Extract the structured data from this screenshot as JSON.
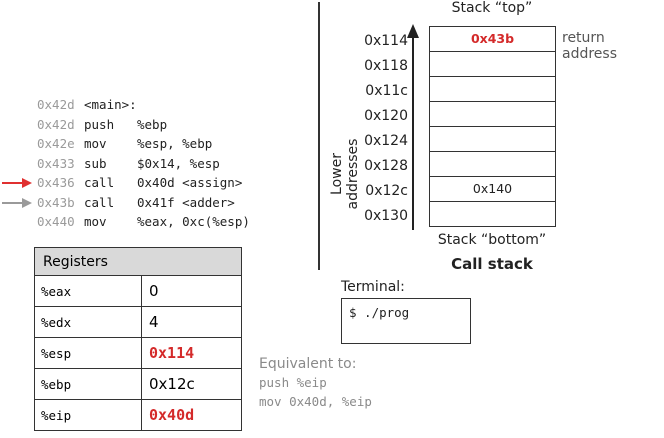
{
  "code": {
    "lines": [
      {
        "addr": "0x42d",
        "label": "<main>:"
      },
      {
        "addr": "0x42d",
        "op": "push",
        "args": "%ebp"
      },
      {
        "addr": "0x42e",
        "op": "mov",
        "args": "%esp, %ebp"
      },
      {
        "addr": "0x433",
        "op": "sub",
        "args": "$0x14, %esp"
      },
      {
        "addr": "0x436",
        "op": "call",
        "args": "0x40d <assign>"
      },
      {
        "addr": "0x43b",
        "op": "call",
        "args": "0x41f <adder>"
      },
      {
        "addr": "0x440",
        "op": "mov",
        "args": "%eax, 0xc(%esp)"
      }
    ],
    "current_arrow_color": "#e03030",
    "next_arrow_color": "#9a9a9a"
  },
  "registers": {
    "header": "Registers",
    "rows": [
      {
        "name": "%eax",
        "value": "0"
      },
      {
        "name": "%edx",
        "value": "4"
      },
      {
        "name": "%esp",
        "value": "0x114",
        "highlight": true
      },
      {
        "name": "%ebp",
        "value": "0x12c"
      },
      {
        "name": "%eip",
        "value": "0x40d",
        "highlight": true
      }
    ],
    "highlight_color": "#d42a2a"
  },
  "equivalent": {
    "title": "Equivalent to:",
    "line1": "push %eip",
    "line2": "mov 0x40d, %eip"
  },
  "stack": {
    "top_label": "Stack “top”",
    "bottom_label": "Stack “bottom”",
    "title": "Call stack",
    "side_label": "Lower addresses",
    "return_label": "return address",
    "addresses": [
      "0x114",
      "0x118",
      "0x11c",
      "0x120",
      "0x124",
      "0x128",
      "0x12c",
      "0x130"
    ],
    "cells": [
      "0x43b",
      "",
      "",
      "",
      "",
      "",
      "0x140",
      ""
    ]
  },
  "terminal": {
    "label": "Terminal:",
    "text": "$ ./prog"
  }
}
